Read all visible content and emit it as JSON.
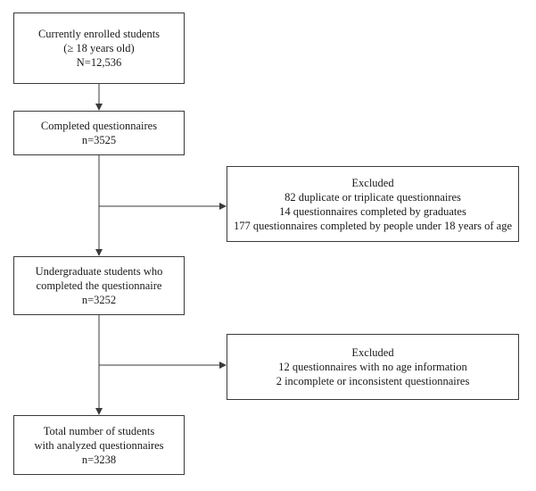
{
  "boxes": {
    "enrolled": {
      "lines": [
        "Currently enrolled students",
        "(≥ 18 years old)",
        "N=12,536"
      ]
    },
    "completed": {
      "lines": [
        "Completed questionnaires",
        "n=3525"
      ]
    },
    "excluded_1": {
      "lines": [
        "Excluded",
        "82 duplicate or triplicate questionnaires",
        "14 questionnaires completed by graduates",
        "177 questionnaires completed by people under 18 years of age"
      ]
    },
    "undergrad": {
      "lines": [
        "Undergraduate students who",
        "completed the questionnaire",
        "n=3252"
      ]
    },
    "excluded_2": {
      "lines": [
        "Excluded",
        "12 questionnaires with no age information",
        "2 incomplete or inconsistent questionnaires"
      ]
    },
    "total": {
      "lines": [
        "Total number of students",
        "with analyzed questionnaires",
        "n=3238"
      ]
    }
  },
  "colors": {
    "line": "#3a3a3a",
    "text": "#1a1a1a"
  }
}
